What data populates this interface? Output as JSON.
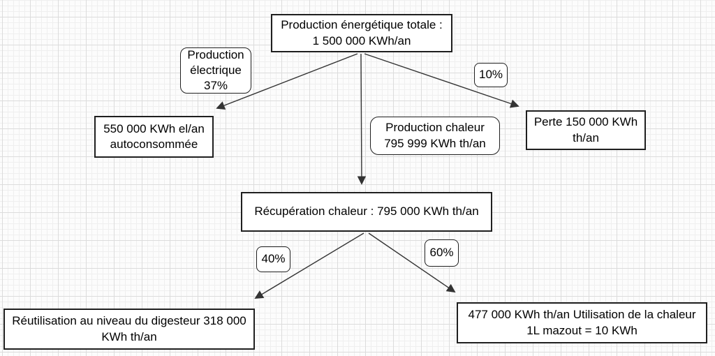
{
  "diagram": {
    "nodes": {
      "total": {
        "lines": [
          "Production énergétique totale :",
          "1 500 000 KWh/an"
        ]
      },
      "electric_label": {
        "lines": [
          "Production",
          "électrique",
          "37%"
        ]
      },
      "loss_label": {
        "text": "10%"
      },
      "auto": {
        "lines": [
          "550 000 KWh el/an",
          "autoconsommée"
        ]
      },
      "heat_label": {
        "lines": [
          "Production chaleur",
          "795 999 KWh th/an"
        ]
      },
      "perte": {
        "lines": [
          "Perte 150 000 KWh",
          "th/an"
        ]
      },
      "recup": {
        "text": "Récupération chaleur : 795 000 KWh th/an"
      },
      "pct40": {
        "text": "40%"
      },
      "pct60": {
        "text": "60%"
      },
      "digesteur": {
        "lines": [
          "Réutilisation au niveau du digesteur 318 000",
          "KWh th/an"
        ]
      },
      "utilisation": {
        "lines": [
          "477 000 KWh th/an Utilisation de la chaleur",
          "1L mazout = 10 KWh"
        ]
      }
    },
    "colors": {
      "arrow": "#333333",
      "box_border": "#1f1f1f",
      "box_background": "#ffffff",
      "grid_minor": "#efefef",
      "grid_major": "#dcdcdc",
      "page_background": "#fcfcfc"
    }
  }
}
